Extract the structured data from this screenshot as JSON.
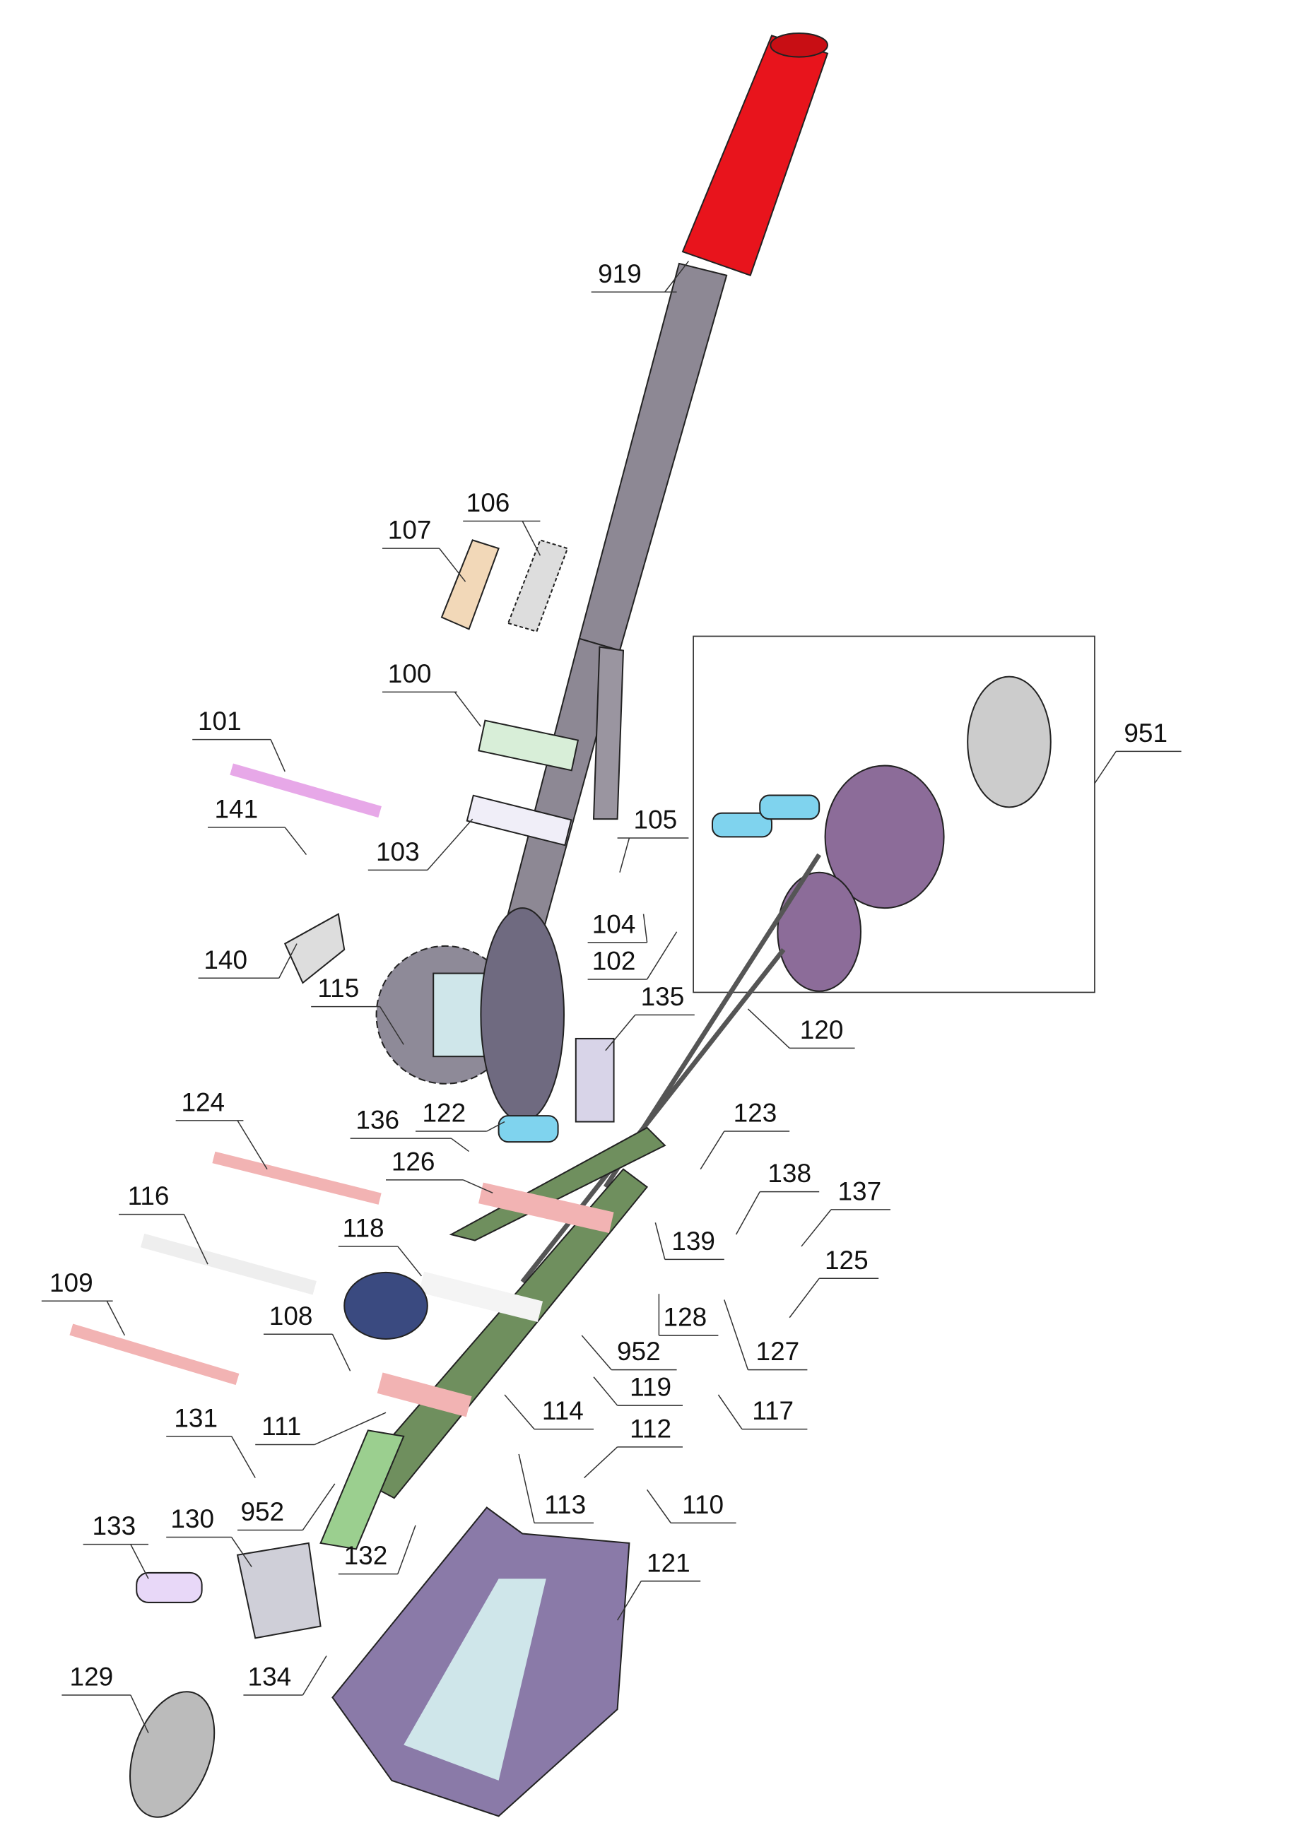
{
  "title": "Exploded parts diagram – hand ratchet cable puller",
  "part_labels": [
    "919",
    "106",
    "107",
    "100",
    "101",
    "951",
    "105",
    "141",
    "103",
    "104",
    "102",
    "140",
    "115",
    "135",
    "120",
    "124",
    "122",
    "136",
    "123",
    "126",
    "138",
    "137",
    "116",
    "118",
    "139",
    "125",
    "109",
    "108",
    "128",
    "952",
    "127",
    "119",
    "114",
    "117",
    "131",
    "111",
    "112",
    "952",
    "113",
    "110",
    "133",
    "130",
    "132",
    "121",
    "129",
    "134"
  ],
  "colors": {
    "grip": "#e8141c",
    "frame": "#6f8f5e",
    "cover": "#8a7aa8",
    "plates": "#8c6c99",
    "pin_pink": "#f2b3b3",
    "pin_violet": "#e7a8e8",
    "cyan": "#7fd3ee",
    "shaft": "#8d8894"
  }
}
